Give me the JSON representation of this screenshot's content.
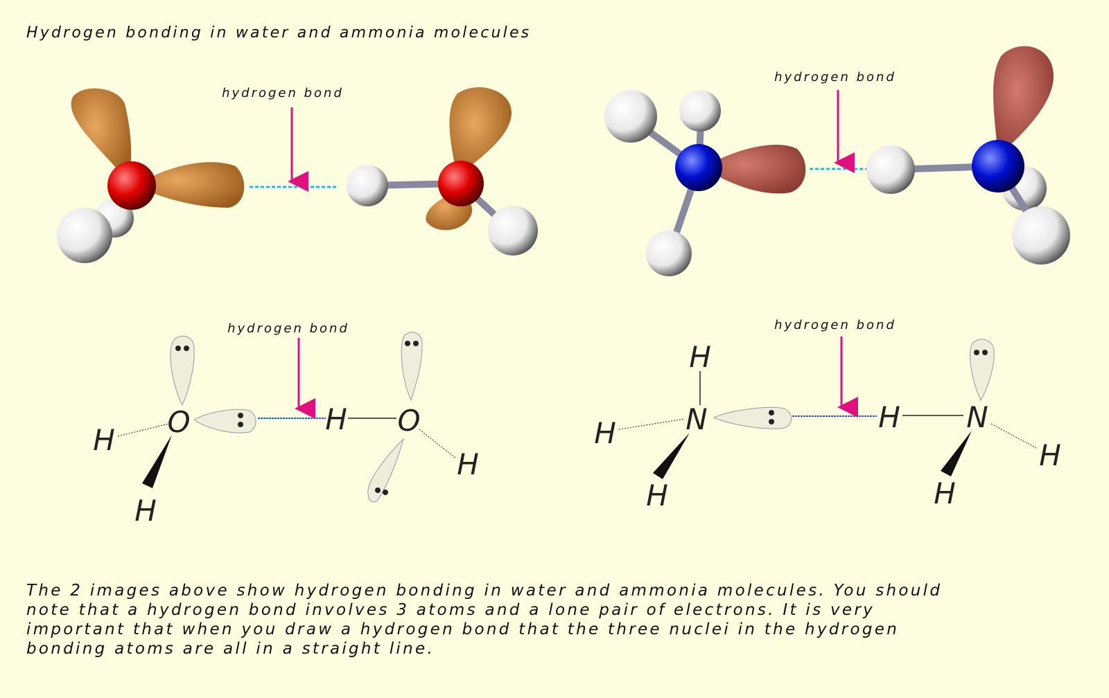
{
  "title": "Hydrogen bonding in water and ammonia molecules",
  "labels": {
    "hbond_water_3d": "hydrogen bond",
    "hbond_ammonia_3d": "hydrogen bond",
    "hbond_water_2d": "hydrogen bond",
    "hbond_ammonia_2d": "hydrogen bond"
  },
  "atoms": {
    "oxygen": "O",
    "nitrogen": "N",
    "hydrogen": "H"
  },
  "description": [
    "The 2 images above show hydrogen bonding in water and ammonia molecules.  You should",
    "note that a hydrogen bond involves 3 atoms and a lone pair of electrons.  It is very",
    "important that when you draw a hydrogen bond that the three nuclei in the hydrogen",
    "bonding atoms are all in a straight line."
  ],
  "colors": {
    "background": "#fdfde0",
    "arrow": "#e0107f",
    "hbond_3d": "#22b8e0",
    "hbond_2d": "#2255dd",
    "oxygen": "#e01010",
    "nitrogen": "#1020d0",
    "water_lone_pair": "#c07a30",
    "ammonia_lone_pair": "#b8564a"
  }
}
